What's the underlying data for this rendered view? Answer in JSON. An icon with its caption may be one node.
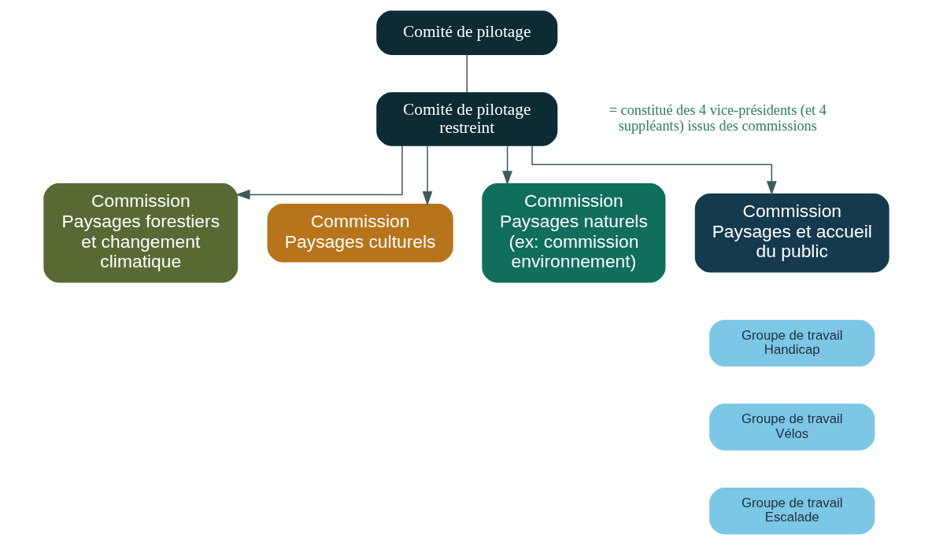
{
  "diagram": {
    "nodes": [
      {
        "text": [
          "Comité de pilotage"
        ]
      },
      {
        "text": [
          "Comité de pilotage restreint"
        ],
        "beside": [
          "= constitué des 4 vice-présidents (et 4 suppléants) issus des commissions"
        ]
      },
      {
        "text": [
          "Commission",
          "Paysages forestiers et changement climatique"
        ]
      },
      {
        "text": [
          "Commission",
          "Paysages culturels"
        ]
      },
      {
        "text": [
          "Commission",
          "Paysages naturels (ex: commission environnement)"
        ]
      },
      {
        "text": [
          "Commission",
          "Paysages et accueil du public"
        ]
      },
      {
        "text": [
          "Groupe de travail Handicap"
        ]
      },
      {
        "text": [
          "Groupe de travail Vélos"
        ]
      },
      {
        "text": [
          "Groupe de travail Escalade"
        ]
      }
    ],
    "edges": [
      {
        "from": 0,
        "to": 1,
        "arrow": "none"
      },
      {
        "from": 1,
        "to": 2,
        "arrow": "to"
      },
      {
        "from": 1,
        "to": 3,
        "arrow": "to"
      },
      {
        "from": 1,
        "to": 4,
        "arrow": "to"
      },
      {
        "from": 1,
        "to": 5,
        "arrow": "to"
      }
    ]
  }
}
